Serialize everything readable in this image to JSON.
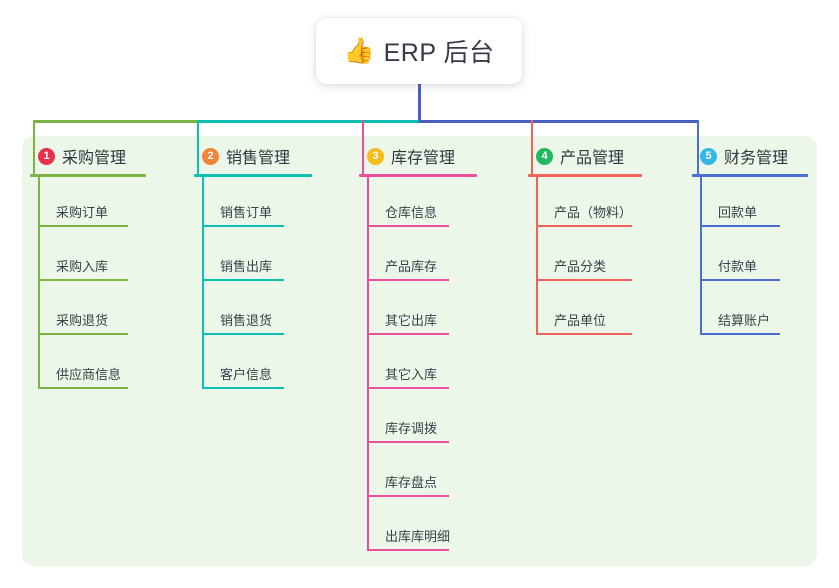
{
  "diagram": {
    "type": "mind-map",
    "root": {
      "icon": "thumbs-up-icon",
      "icon_glyph": "👍",
      "title": "ERP 后台"
    },
    "panel_color": "#ecf7e9",
    "root_connector_color": "#4a5fc0",
    "columns": [
      {
        "number": "1",
        "title": "采购管理",
        "badge_color": "#e8304a",
        "line_color": "#7cb342",
        "items": [
          "采购订单",
          "采购入库",
          "采购退货",
          "供应商信息"
        ]
      },
      {
        "number": "2",
        "title": "销售管理",
        "badge_color": "#f08437",
        "line_color": "#0dbfb0",
        "items": [
          "销售订单",
          "销售出库",
          "销售退货",
          "客户信息"
        ]
      },
      {
        "number": "3",
        "title": "库存管理",
        "badge_color": "#f5bc1a",
        "line_color": "#e8509b",
        "items": [
          "仓库信息",
          "产品库存",
          "其它出库",
          "其它入库",
          "库存调拨",
          "库存盘点",
          "出库库明细"
        ]
      },
      {
        "number": "4",
        "title": "产品管理",
        "badge_color": "#22b862",
        "line_color": "#f4615a",
        "items": [
          "产品（物料）",
          "产品分类",
          "产品单位"
        ]
      },
      {
        "number": "5",
        "title": "财务管理",
        "badge_color": "#34b6e8",
        "line_color": "#4a6fd0",
        "items": [
          "回款单",
          "付款单",
          "结算账户"
        ]
      }
    ]
  }
}
